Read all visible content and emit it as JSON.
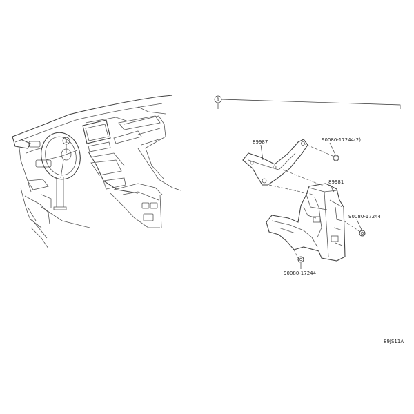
{
  "callout_number": "1",
  "parts": {
    "bracket_left": "89987",
    "ecu": "89981",
    "nut_top": "90080-17244(2)",
    "nut_right": "90080-17244",
    "nut_bottom": "90080-17244"
  },
  "figure_code": "89JS11A"
}
